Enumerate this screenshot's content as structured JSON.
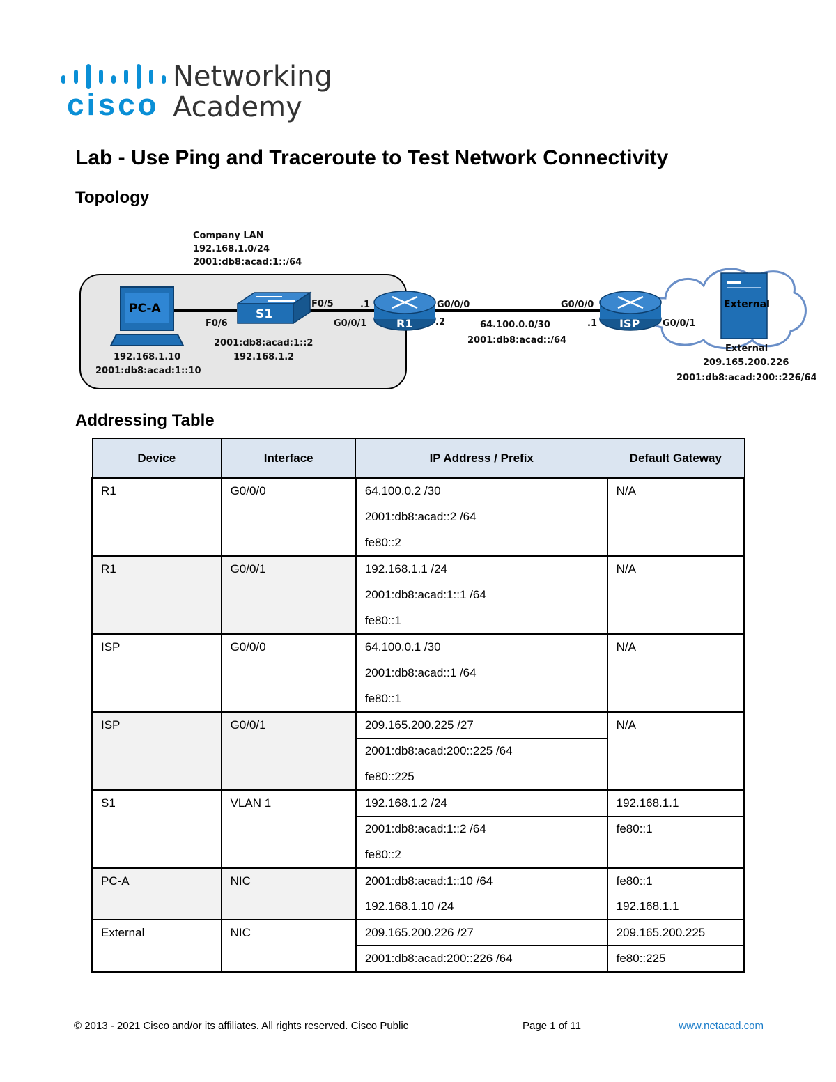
{
  "header": {
    "logo_brand": "cisco",
    "logo_line1": "Networking",
    "logo_line2": "Academy"
  },
  "title": "Lab - Use Ping and Traceroute to Test Network Connectivity",
  "sections": {
    "topology": "Topology",
    "addressing": "Addressing Table"
  },
  "topology": {
    "lan_label": "Company LAN",
    "lan_ipv4": "192.168.1.0/24",
    "lan_ipv6": "2001:db8:acad:1::/64",
    "pc": {
      "name": "PC-A",
      "ipv4": "192.168.1.10",
      "ipv6": "2001:db8:acad:1::10"
    },
    "switch": {
      "name": "S1",
      "ipv6": "2001:db8:acad:1::2",
      "ipv4": "192.168.1.2",
      "port_pc": "F0/6",
      "port_r1": "F0/5"
    },
    "r1": {
      "name": "R1",
      "port_lan": "G0/0/1",
      "port_wan": "G0/0/0",
      "lan_host": ".1",
      "wan_host": ".2"
    },
    "wan": {
      "ipv4": "64.100.0.0/30",
      "ipv6": "2001:db8:acad::/64"
    },
    "isp": {
      "name": "ISP",
      "port_wan": "G0/0/0",
      "port_ext": "G0/0/1",
      "wan_host": ".1"
    },
    "external": {
      "name": "External",
      "label": "External",
      "ipv4": "209.165.200.226",
      "ipv6": "2001:db8:acad:200::226/64"
    }
  },
  "table": {
    "headers": [
      "Device",
      "Interface",
      "IP Address / Prefix",
      "Default Gateway"
    ],
    "groups": [
      {
        "device": "R1",
        "interface": "G0/0/0",
        "ips": [
          "64.100.0.2 /30",
          "2001:db8:acad::2 /64",
          "fe80::2"
        ],
        "gateways": [
          "N/A"
        ]
      },
      {
        "device": "R1",
        "interface": "G0/0/1",
        "ips": [
          "192.168.1.1 /24",
          "2001:db8:acad:1::1 /64",
          "fe80::1"
        ],
        "gateways": [
          "N/A"
        ]
      },
      {
        "device": "ISP",
        "interface": "G0/0/0",
        "ips": [
          "64.100.0.1 /30",
          "2001:db8:acad::1 /64",
          "fe80::1"
        ],
        "gateways": [
          "N/A"
        ]
      },
      {
        "device": "ISP",
        "interface": "G0/0/1",
        "ips": [
          "209.165.200.225 /27",
          "2001:db8:acad:200::225 /64",
          "fe80::225"
        ],
        "gateways": [
          "N/A"
        ]
      },
      {
        "device": "S1",
        "interface": "VLAN 1",
        "ips": [
          "192.168.1.2 /24",
          "2001:db8:acad:1::2 /64",
          "fe80::2"
        ],
        "gateways": [
          "192.168.1.1",
          "fe80::1"
        ]
      },
      {
        "device": "PC-A",
        "interface": "NIC",
        "ips": [
          "2001:db8:acad:1::10 /64",
          "192.168.1.10 /24"
        ],
        "gateways": [
          "fe80::1",
          "192.168.1.1"
        ]
      },
      {
        "device": "External",
        "interface": "NIC",
        "ips": [
          "209.165.200.226 /27",
          "2001:db8:acad:200::226 /64"
        ],
        "gateways": [
          "209.165.200.225",
          "fe80::225"
        ]
      }
    ]
  },
  "footer": {
    "copyright": "© 2013 - 2021 Cisco and/or its affiliates. All rights reserved. Cisco Public",
    "page": "Page 1 of 11",
    "url": "www.netacad.com"
  },
  "colors": {
    "cisco_blue": "#0a8fd6",
    "device_blue": "#1f6fb5",
    "header_fill": "#dbe5f1",
    "link": "#1a7cc9"
  }
}
